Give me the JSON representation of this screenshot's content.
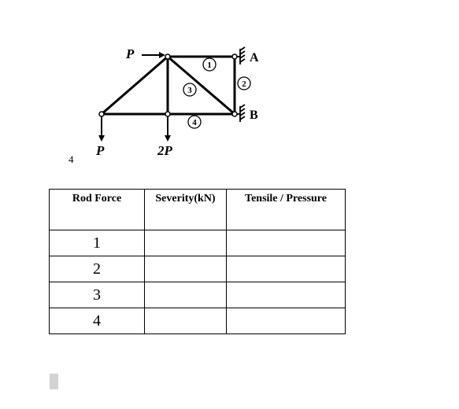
{
  "figure": {
    "number": "4",
    "labels": {
      "load_top": "P",
      "load_left": "P",
      "load_middle": "2P",
      "support_a": "A",
      "support_b": "B",
      "rod_1": "1",
      "rod_2": "2",
      "rod_3": "3",
      "rod_4": "4"
    }
  },
  "table": {
    "headers": [
      "Rod Force",
      "Severity(kN)",
      "Tensile / Pressure"
    ],
    "rows": [
      [
        "1",
        "",
        ""
      ],
      [
        "2",
        "",
        ""
      ],
      [
        "3",
        "",
        ""
      ],
      [
        "4",
        "",
        ""
      ]
    ]
  },
  "colors": {
    "ink": "#000000",
    "cursor": "#d3d3d3"
  }
}
